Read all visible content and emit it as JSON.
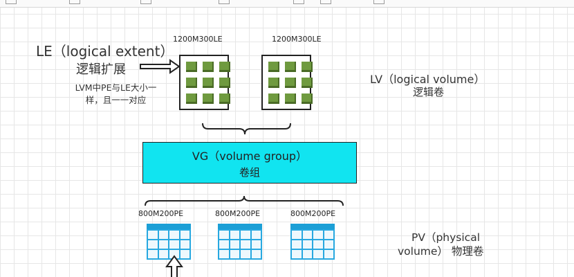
{
  "le": {
    "title": "LE（logical extent）",
    "subtitle": "逻辑扩展",
    "note": "LVM中PE与LE大小一样，且一一对应"
  },
  "lv": {
    "title": "LV（logical volume）",
    "subtitle": "逻辑卷",
    "boxes": [
      {
        "label": "1200M300LE"
      },
      {
        "label": "1200M300LE"
      }
    ]
  },
  "vg": {
    "title": "VG（volume group）",
    "subtitle": "卷组"
  },
  "pv": {
    "title": "PV（physical",
    "subtitle": "volume） 物理卷",
    "tables": [
      {
        "label": "800M200PE"
      },
      {
        "label": "800M200PE"
      },
      {
        "label": "800M200PE"
      }
    ]
  },
  "colors": {
    "le_block": "#6f9a3f",
    "vg_fill": "#11e4f0",
    "pv_table": "#27a8e0"
  }
}
